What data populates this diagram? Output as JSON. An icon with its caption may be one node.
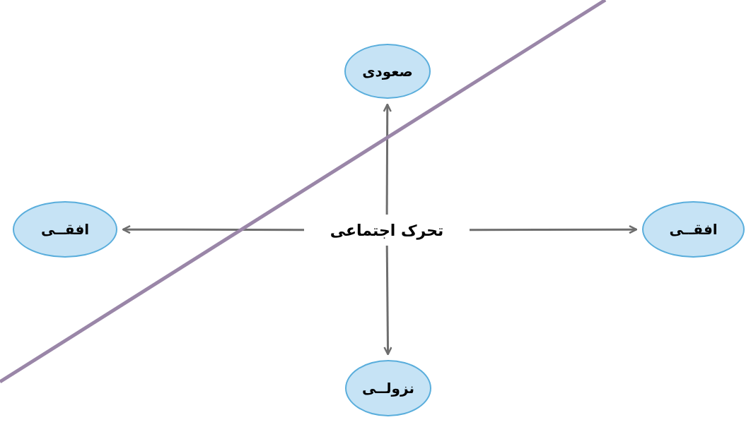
{
  "diagram": {
    "nodes": [
      {
        "text": [
          "صعودی"
        ]
      },
      {
        "text": [
          "افقــی"
        ]
      },
      {
        "text": [
          "تحرک اجتماعی"
        ]
      },
      {
        "text": [
          "افقــی"
        ]
      },
      {
        "text": [
          "نزولــی"
        ]
      }
    ],
    "edges": [
      {
        "from": 2,
        "to": 0,
        "arrow": "to"
      },
      {
        "from": 2,
        "to": 1,
        "arrow": "to"
      },
      {
        "from": 2,
        "to": 3,
        "arrow": "to"
      },
      {
        "from": 2,
        "to": 4,
        "arrow": "to"
      }
    ]
  }
}
